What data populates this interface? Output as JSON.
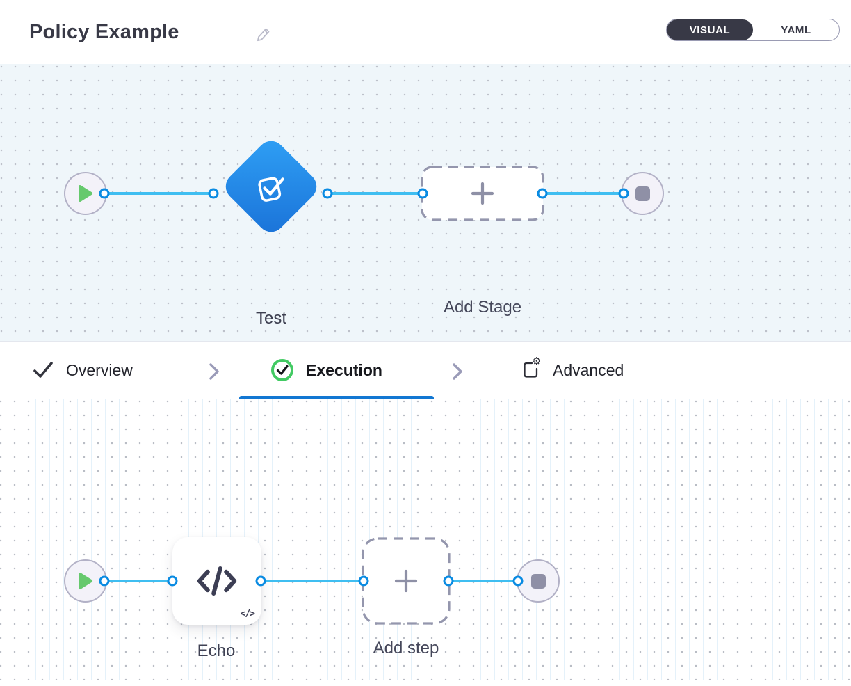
{
  "header": {
    "title": "Policy Example",
    "mode_toggle": {
      "visual_label": "VISUAL",
      "yaml_label": "YAML",
      "selected": "VISUAL"
    }
  },
  "stage_pipeline": {
    "stage_label": "Test",
    "add_stage_label": "Add Stage"
  },
  "tabs": {
    "overview_label": "Overview",
    "execution_label": "Execution",
    "advanced_label": "Advanced",
    "active_tab": "Execution"
  },
  "step_pipeline": {
    "step_label": "Echo",
    "step_icon_glyph": "</>",
    "add_step_label": "Add step"
  },
  "icons": {
    "edit": "pencil-icon",
    "start_node": "play-icon",
    "end_node": "stop-square-icon",
    "stage": "check-card-icon",
    "add": "plus-icon",
    "overview": "check-icon",
    "execution": "check-circle-icon",
    "advanced": "settings-square-icon",
    "advanced_gear_glyph": "⚙",
    "step": "code-icon"
  },
  "colors": {
    "title_dark": "#383946",
    "toggle_dark": "#383946",
    "canvas_top_bg": "#eff6fa",
    "edge_blue": "#3fbef1",
    "port_border_blue": "#0a8be2",
    "stage_blue_top": "#2fa0f5",
    "stage_blue_bottom": "#1a72d8",
    "play_green": "#66c96d",
    "execution_ring_green": "#42ca63",
    "tab_underline_blue": "#1277d2",
    "dashed_border_gray": "#9496ad",
    "node_gray": "#8f90a6"
  }
}
